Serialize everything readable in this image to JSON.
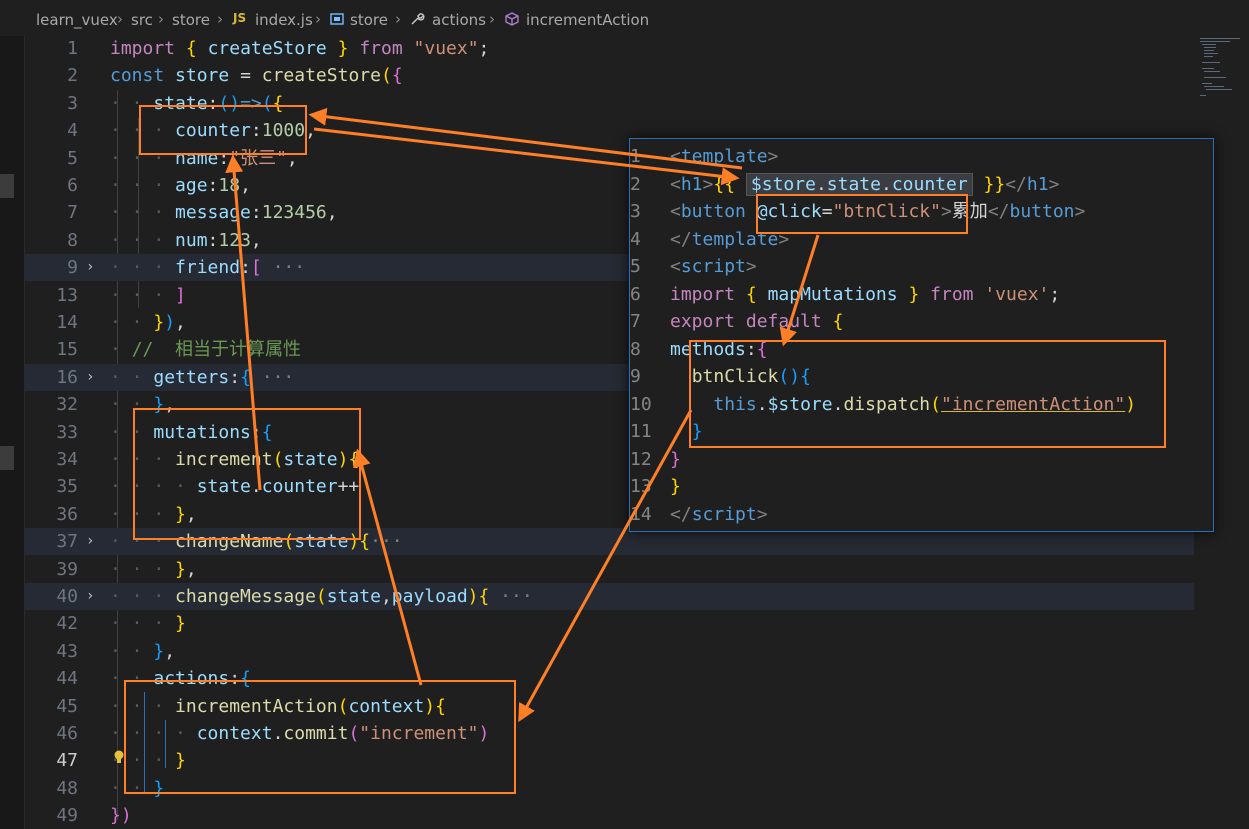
{
  "breadcrumb": {
    "items": [
      "learn_vuex",
      "src",
      "store",
      "index.js",
      "store",
      "actions",
      "incrementAction"
    ],
    "js_badge": "JS"
  },
  "editor": {
    "lines": [
      {
        "n": "1",
        "html": "<span class='kw2'>import</span> <span class='b1'>{</span> <span class='vr'>createStore</span> <span class='b1'>}</span> <span class='kw2'>from</span> <span class='st'>\"vuex\"</span><span class='pu'>;</span>"
      },
      {
        "n": "2",
        "html": "<span class='kw'>const</span> <span class='vr'>store</span> <span class='pu'>=</span> <span class='fn'>createStore</span><span class='b1'>(</span><span class='b2'>{</span>"
      },
      {
        "n": "3",
        "html": "<span class='dot'>· · </span><span class='vr'>state</span><span class='pu'>:</span><span class='b3'>()</span><span class='kw'>=&gt;</span><span class='b3'>(</span><span class='b1'>{</span>"
      },
      {
        "n": "4",
        "html": "<span class='dot'>· · · </span><span class='vr'>counter</span><span class='pu'>:</span><span class='nu'>1000</span><span class='pu'>,</span>"
      },
      {
        "n": "5",
        "html": "<span class='dot'>· · · </span><span class='vr'>name</span><span class='pu'>:</span><span class='st'>\"张三\"</span><span class='pu'>,</span>"
      },
      {
        "n": "6",
        "html": "<span class='dot'>· · · </span><span class='vr'>age</span><span class='pu'>:</span><span class='nu'>18</span><span class='pu'>,</span>"
      },
      {
        "n": "7",
        "html": "<span class='dot'>· · · </span><span class='vr'>message</span><span class='pu'>:</span><span class='nu'>123456</span><span class='pu'>,</span>"
      },
      {
        "n": "8",
        "html": "<span class='dot'>· · · </span><span class='vr'>num</span><span class='pu'>:</span><span class='nu'>123</span><span class='pu'>,</span>"
      },
      {
        "n": "9",
        "fold": true,
        "hl": true,
        "html": "<span class='dot'>· · · </span><span class='vr'>friend</span><span class='pu'>:</span><span class='b2'>[</span><span class='gr'> ···</span>"
      },
      {
        "n": "13",
        "html": "<span class='dot'>· · · </span><span class='b2'>]</span>"
      },
      {
        "n": "14",
        "html": "<span class='dot'>· · </span><span class='b1'>}</span><span class='b3'>)</span><span class='pu'>,</span>"
      },
      {
        "n": "15",
        "html": "<span class='dot'>· </span><span class='cm'>//  相当于计算属性</span>"
      },
      {
        "n": "16",
        "fold": true,
        "hl": true,
        "html": "<span class='dot'>· · </span><span class='vr'>getters</span><span class='pu'>:</span><span class='b3'>{</span><span class='gr'> ···</span>"
      },
      {
        "n": "32",
        "html": "<span class='dot'>· · </span><span class='b3'>}</span><span class='pu'>,</span>"
      },
      {
        "n": "33",
        "html": "<span class='dot'>· · </span><span class='vr'>mutations</span><span class='pu'>:</span><span class='b3'>{</span>"
      },
      {
        "n": "34",
        "html": "<span class='dot'>· · · </span><span class='fn'>increment</span><span class='b1'>(</span><span class='vr'>state</span><span class='b1'>)</span><span class='b1'>{</span>"
      },
      {
        "n": "35",
        "html": "<span class='dot'>· · · · </span><span class='vr'>state</span><span class='pu'>.</span><span class='vr'>counter</span><span class='pu'>++</span>"
      },
      {
        "n": "36",
        "html": "<span class='dot'>· · · </span><span class='b1'>}</span><span class='pu'>,</span>"
      },
      {
        "n": "37",
        "fold": true,
        "hl": true,
        "html": "<span class='dot'>· · · </span><span class='fn'>changeName</span><span class='b1'>(</span><span class='vr'>state</span><span class='b1'>)</span><span class='b1'>{</span><span class='gr'>···</span>"
      },
      {
        "n": "39",
        "html": "<span class='dot'>· · · </span><span class='b1'>}</span><span class='pu'>,</span>"
      },
      {
        "n": "40",
        "fold": true,
        "hl": true,
        "html": "<span class='dot'>· · · </span><span class='fn'>changeMessage</span><span class='b1'>(</span><span class='vr'>state</span><span class='pu'>,</span><span class='vr'>payload</span><span class='b1'>)</span><span class='b1'>{</span><span class='gr'> ···</span>"
      },
      {
        "n": "42",
        "html": "<span class='dot'>· · · </span><span class='b1'>}</span>"
      },
      {
        "n": "43",
        "html": "<span class='dot'>· · </span><span class='b3'>}</span><span class='pu'>,</span>"
      },
      {
        "n": "44",
        "html": "<span class='dot'>· · </span><span class='vr'>actions</span><span class='pu'>:</span><span class='b3'>{</span>"
      },
      {
        "n": "45",
        "html": "<span class='dot'>· · · </span><span class='fn'>incrementAction</span><span class='b1'>(</span><span class='vr'>context</span><span class='b1'>)</span><span class='b1'>{</span>"
      },
      {
        "n": "46",
        "html": "<span class='dot'>· · · · </span><span class='vr'>context</span><span class='pu'>.</span><span class='fn'>commit</span><span class='b2'>(</span><span class='st'>\"increment\"</span><span class='b2'>)</span>"
      },
      {
        "n": "47",
        "cur": true,
        "html": "<span class='dot'>· · · </span><span class='b1'>}</span>"
      },
      {
        "n": "48",
        "html": "<span class='dot'>· · </span><span class='b3'>}</span>"
      },
      {
        "n": "49",
        "html": "<span class='b2'>})</span>"
      }
    ]
  },
  "popup": {
    "lines": [
      {
        "n": "1",
        "html": "<span class='gr'>&lt;</span><span class='tag'>template</span><span class='gr'>&gt;</span>"
      },
      {
        "n": "2",
        "html": "<span class='gr'>&lt;</span><span class='tag'>h1</span><span class='gr'>&gt;</span><span class='b1'>{{</span> <span class='hover-chip'><span class='vr'>$store</span><span class='pu'>.</span><span class='vr'>state</span><span class='pu'>.</span><span class='vr'>counter</span></span> <span class='b1'>}}</span><span class='gr'>&lt;/</span><span class='tag'>h1</span><span class='gr'>&gt;</span>"
      },
      {
        "n": "3",
        "html": "<span class='gr'>&lt;</span><span class='tag'>button</span> <span class='attr'>@click</span><span class='pu'>=</span><span class='st'>\"btnClick\"</span><span class='gr'>&gt;</span><span class='txt'>累加</span><span class='gr'>&lt;/</span><span class='tag'>button</span><span class='gr'>&gt;</span>"
      },
      {
        "n": "4",
        "html": "<span class='gr'>&lt;/</span><span class='tag'>template</span><span class='gr'>&gt;</span>"
      },
      {
        "n": "5",
        "html": "<span class='gr'>&lt;</span><span class='tag'>script</span><span class='gr'>&gt;</span>"
      },
      {
        "n": "6",
        "html": "<span class='kw2'>import</span> <span class='b1'>{</span> <span class='vr'>mapMutations</span> <span class='b1'>}</span> <span class='kw2'>from</span> <span class='st'>'vuex'</span><span class='pu'>;</span>"
      },
      {
        "n": "7",
        "html": "<span class='kw2'>export</span> <span class='kw2'>default</span> <span class='b1'>{</span>"
      },
      {
        "n": "8",
        "html": "<span class='vr'>methods</span><span class='pu'>:</span><span class='b2'>{</span>"
      },
      {
        "n": "9",
        "html": "<span class='dot'>  </span><span class='fn'>btnClick</span><span class='b3'>()</span><span class='b3'>{</span>"
      },
      {
        "n": "10",
        "html": "<span class='dot'>    </span><span class='kw'>this</span><span class='pu'>.</span><span class='vr'>$store</span><span class='pu'>.</span><span class='fn'>dispatch</span><span class='b1'>(</span><span class='st' style='text-decoration:underline;text-decoration-color:#d7ba3c;'>\"incrementAction\"</span><span class='b1'>)</span>"
      },
      {
        "n": "11",
        "html": "<span class='dot'>  </span><span class='b3'>}</span>"
      },
      {
        "n": "12",
        "html": "<span class='b2'>}</span>"
      },
      {
        "n": "13",
        "html": "<span class='b1'>}</span>"
      },
      {
        "n": "14",
        "html": "<span class='gr'>&lt;/</span><span class='tag'>script</span><span class='gr'>&gt;</span>"
      }
    ]
  },
  "colors": {
    "annotation": "#ff7f27",
    "popup_border": "#2b6fb8",
    "bulb": "#e8c13a"
  }
}
